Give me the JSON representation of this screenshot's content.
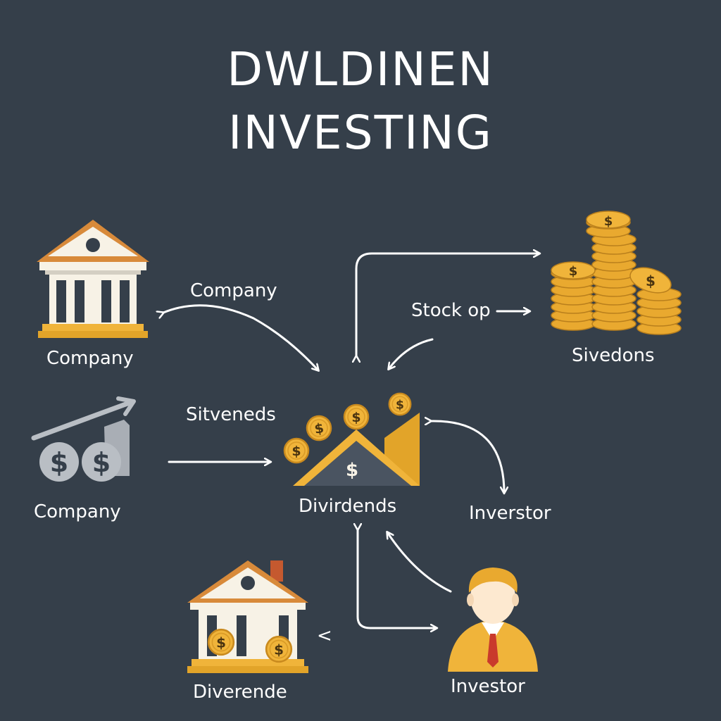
{
  "title": {
    "line1": "DWLDINEN",
    "line2": "INVESTING"
  },
  "labels": {
    "company_building": "Company",
    "company_arrow": "Company",
    "company_growth": "Company",
    "stock_op": "Stock  op",
    "sivedons": "Sivedons",
    "sitveneds": "Sitveneds",
    "divirdends": "Divirdends",
    "inverstor": "Inverstor",
    "diverende": "Diverende",
    "investor": "Investor",
    "small_arrow": "<",
    "dollar": "$"
  },
  "colors": {
    "background": "#353f4a",
    "gold": "#f0b43a",
    "gold_dark": "#c98a1e",
    "roof": "#d88a3a",
    "building": "#f7f2e6",
    "grey_icon": "#b9bec4",
    "arrow": "#ffffff"
  },
  "icons": [
    "bank-building-icon",
    "coin-stacks-icon",
    "growth-dollar-icon",
    "dividend-pile-icon",
    "house-coins-icon",
    "investor-person-icon"
  ]
}
